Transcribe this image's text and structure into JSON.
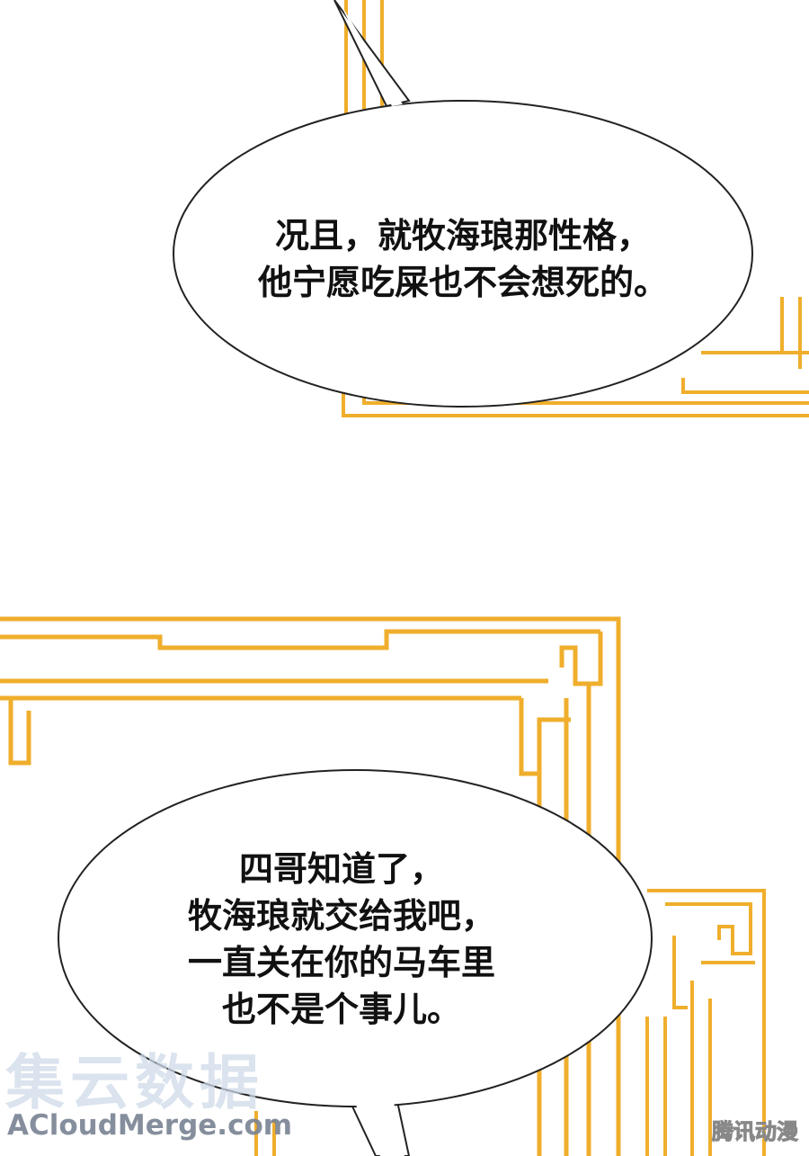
{
  "colors": {
    "frame_gold": "#EFAE2C",
    "bubble_fill": "#FFFFFF",
    "bubble_stroke": "#222222",
    "text": "#111111"
  },
  "bubbles": [
    {
      "lines": [
        "况且，就牧海琅那性格，",
        "他宁愿吃屎也不会想死的。"
      ]
    },
    {
      "lines": [
        "四哥知道了，",
        "牧海琅就交给我吧，",
        "一直关在你的马车里",
        "也不是个事儿。"
      ]
    }
  ],
  "watermarks": {
    "chinese": "集云数据",
    "english": "ACloudMerge.com",
    "publisher": "腾讯动漫"
  }
}
